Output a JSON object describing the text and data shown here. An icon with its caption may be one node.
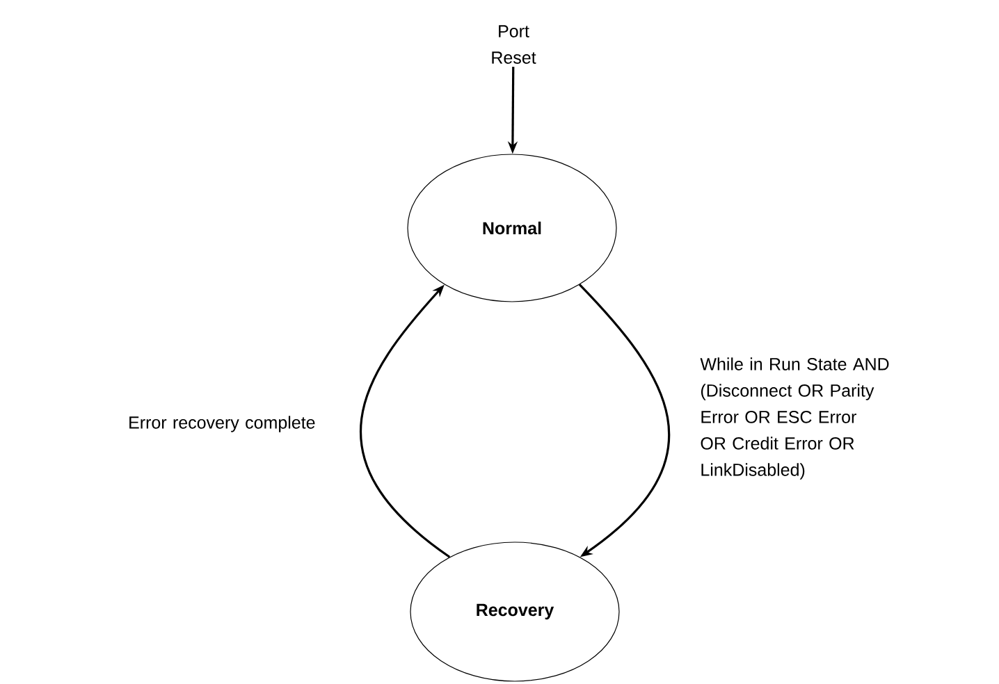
{
  "diagram": {
    "nodes": [
      {
        "text": [
          "Port Reset"
        ]
      },
      {
        "text": [
          "Normal"
        ]
      },
      {
        "text": [
          "Recovery"
        ]
      }
    ],
    "edges": [
      {
        "from": 0,
        "to": 1,
        "arrow": "to"
      },
      {
        "from": 1,
        "to": 2,
        "arrow": "to",
        "label": "While in Run State AND (Disconnect OR Parity Error OR ESC Error OR Credit Error OR LinkDisabled)"
      },
      {
        "from": 2,
        "to": 1,
        "arrow": "to",
        "label": "Error recovery complete"
      }
    ]
  }
}
